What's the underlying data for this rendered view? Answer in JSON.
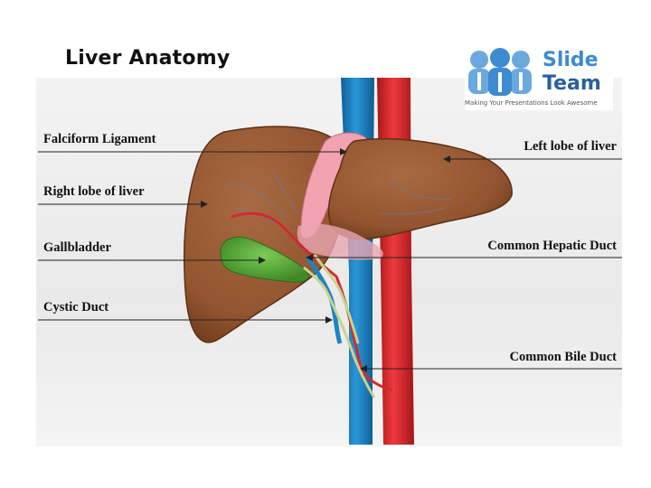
{
  "title": "Liver Anatomy",
  "logo": {
    "word1": "Slide",
    "word2": "Team",
    "tagline": "Making Your Presentations Look Awesome"
  },
  "labels": {
    "falciform_ligament": "Falciform Ligament",
    "right_lobe": "Right lobe of liver",
    "gallbladder": "Gallbladder",
    "cystic_duct": "Cystic Duct",
    "left_lobe": "Left lobe of liver",
    "common_hepatic_duct": "Common Hepatic Duct",
    "common_bile_duct": "Common Bile Duct"
  },
  "colors": {
    "liver": "#9a5a33",
    "liver_dark": "#6e3a1c",
    "gallbladder": "#5cab3c",
    "vein": "#1f84c4",
    "artery": "#e0262c",
    "ligament": "#f2a2b0",
    "duct": "#c9d48a"
  }
}
